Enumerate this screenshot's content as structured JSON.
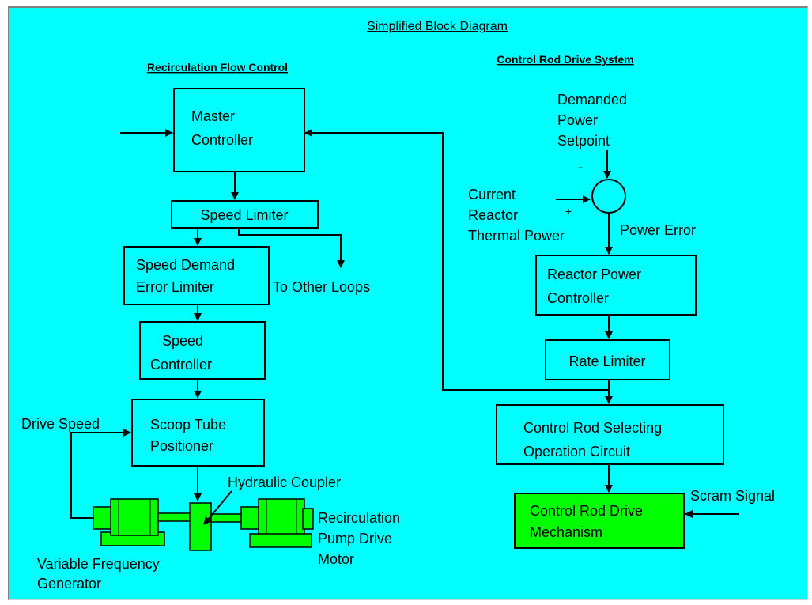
{
  "title": "Simplified Block Diagram",
  "sections": {
    "left": "Recirculation Flow Control",
    "right": "Control Rod Drive System"
  },
  "blocks": {
    "master_controller": [
      "Master",
      "Controller"
    ],
    "speed_limiter": [
      "Speed Limiter"
    ],
    "speed_demand_error_limiter": [
      "Speed Demand",
      "Error Limiter"
    ],
    "speed_controller": [
      "Speed",
      "Controller"
    ],
    "scoop_tube_positioner": [
      "Scoop Tube",
      "Positioner"
    ],
    "reactor_power_controller": [
      "Reactor Power",
      "Controller"
    ],
    "rate_limiter": [
      "Rate Limiter"
    ],
    "control_rod_selecting": [
      "Control Rod Selecting",
      "Operation Circuit"
    ],
    "control_rod_drive_mechanism": [
      "Control Rod Drive",
      "Mechanism"
    ]
  },
  "labels": {
    "to_other_loops": "To Other Loops",
    "demanded_power_setpoint": [
      "Demanded",
      "Power",
      "Setpoint"
    ],
    "minus": "-",
    "plus": "+",
    "current_reactor_thermal_power": [
      "Current",
      "Reactor",
      "Thermal Power"
    ],
    "power_error": "Power Error",
    "drive_speed": "Drive Speed",
    "hydraulic_coupler": "Hydraulic Coupler",
    "recirculation_pump_drive_motor": [
      "Recirculation",
      "Pump Drive",
      "Motor"
    ],
    "variable_frequency_generator": [
      "Variable Frequency",
      "Generator"
    ],
    "scram_signal": "Scram Signal"
  },
  "colors": {
    "background": "#00ffff",
    "equipment": "#00ff00",
    "line": "#000000"
  }
}
